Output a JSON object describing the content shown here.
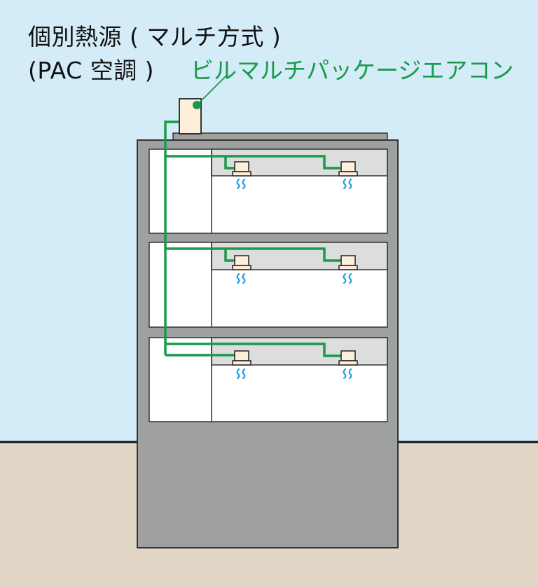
{
  "title": {
    "line1": "個別熱源 ( マルチ方式 )",
    "line2": "(PAC 空調 )"
  },
  "callout": {
    "label": "ビルマルチパッケージエアコン"
  },
  "colors": {
    "sky": "#d4ebf8",
    "ground": "#e2d7c6",
    "building": "#9fa1a0",
    "outline": "#333333",
    "room": "#ffffff",
    "ceiling": "#dcdedd",
    "unit": "#fdeeda",
    "pipe": "#1a9a4a",
    "airflow": "#1a9ee0",
    "ground_line": "#111111"
  },
  "building": {
    "floors": 3,
    "indoor_units_per_floor": 2,
    "outdoor_unit": "roof-mounted outdoor unit"
  }
}
